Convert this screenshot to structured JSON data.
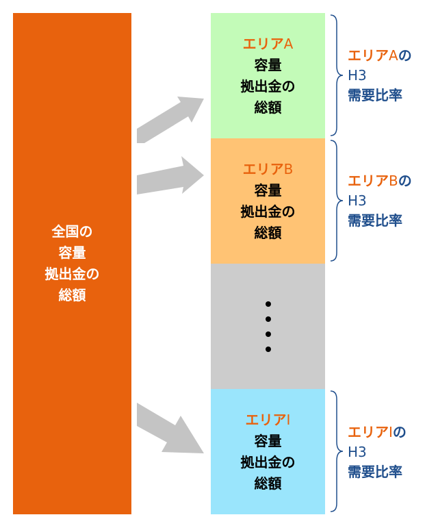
{
  "national": {
    "lines": [
      "全国の",
      "容量",
      "拠出金の",
      "総額"
    ]
  },
  "areas": [
    {
      "name": "エリア",
      "letter": "A",
      "lines": [
        "容量",
        "拠出金の",
        "総額"
      ]
    },
    {
      "name": "エリア",
      "letter": "B",
      "lines": [
        "容量",
        "拠出金の",
        "総額"
      ]
    },
    {
      "name": "エリア",
      "letter": "I",
      "lines": [
        "容量",
        "拠出金の",
        "総額"
      ]
    }
  ],
  "ratios": [
    {
      "name": "エリア",
      "letter": "A",
      "suffix": "の",
      "line2": "H3",
      "line3": "需要比率"
    },
    {
      "name": "エリア",
      "letter": "B",
      "suffix": "の",
      "line2": "H3",
      "line3": "需要比率"
    },
    {
      "name": "エリア",
      "letter": "I",
      "suffix": "の",
      "line2": "H3",
      "line3": "需要比率"
    }
  ],
  "colors": {
    "national": "#e8620d",
    "area_a": "#c3fbb8",
    "area_b": "#ffc374",
    "area_gap": "#cccccc",
    "area_i": "#9ae5fc",
    "ratio_text": "#1f4e8c",
    "arrow": "#c4c4c4"
  }
}
